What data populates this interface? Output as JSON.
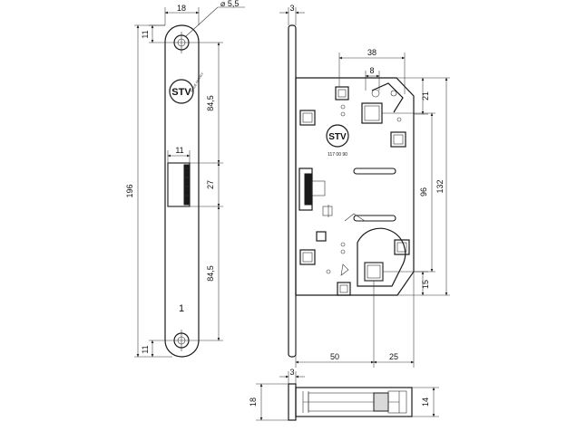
{
  "faceplate": {
    "dim_width": "18",
    "dim_hole": "⌀ 5,5",
    "dim_top_edge": "11",
    "dim_upper_span": "84,5",
    "dim_cutout_width": "11",
    "dim_cutout_height": "27",
    "dim_lower_span": "84,5",
    "dim_bottom_edge": "11",
    "dim_total_height": "196",
    "mark_number": "1"
  },
  "logo": {
    "brand": "STV",
    "made_in_italy": "MADE IN ITALY",
    "code": "117 00 90"
  },
  "lock_body": {
    "dim_plate_thickness": "3",
    "dim_top_38": "38",
    "dim_top_8": "8",
    "dim_right_21": "21",
    "dim_right_96": "96",
    "dim_right_132": "132",
    "dim_right_15": "15",
    "dim_bottom_50": "50",
    "dim_bottom_25": "25"
  },
  "bottom_view": {
    "dim_thickness": "3",
    "dim_left_18": "18",
    "dim_right_14": "14"
  }
}
